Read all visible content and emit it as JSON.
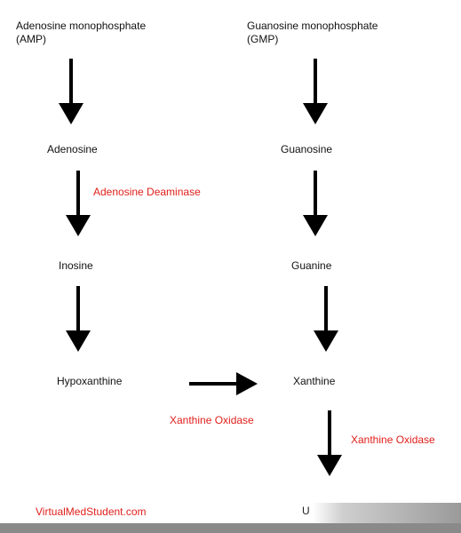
{
  "nodes": {
    "amp": [
      "Adenosine monophosphate",
      "(AMP)"
    ],
    "gmp": [
      "Guanosine monophosphate",
      "(GMP)"
    ],
    "adenosine": "Adenosine",
    "guanosine": "Guanosine",
    "inosine": "Inosine",
    "guanine": "Guanine",
    "hypoxanthine": "Hypoxanthine",
    "xanthine": "Xanthine",
    "uric_partial": "U"
  },
  "enzymes": {
    "adenosine_deaminase": "Adenosine Deaminase",
    "xanthine_oxidase_1": "Xanthine Oxidase",
    "xanthine_oxidase_2": "Xanthine Oxidase"
  },
  "footer": {
    "site": "VirtualMedStudent.com"
  },
  "colors": {
    "text": "#111111",
    "enzyme": "#e0201b",
    "arrow": "#000000"
  }
}
